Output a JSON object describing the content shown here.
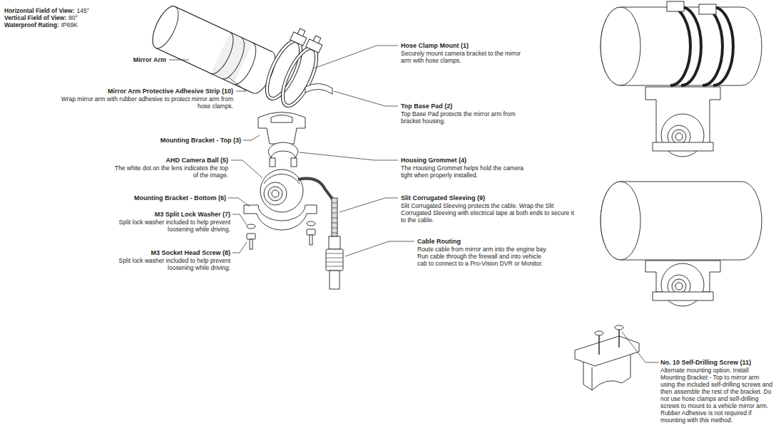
{
  "diagram": {
    "labels": [
      "Horizontal Field of View:",
      "145°",
      "Vertical Field of View:",
      "80°",
      "Waterproof Rating:",
      "IP69K",
      "Mirror Arm",
      "Hose Clamp Mount (1)",
      "Securely mount camera bracket to the mirror arm with hose clamps.",
      "Mirror Arm Protective Adhesive Strip (10)",
      "Wrap mirror arm with rubber adhesive to protect mirror arm from hose clamps.",
      "Top Base Pad (2)",
      "Top Base Pad protects the mirror arm from bracket housing.",
      "Mounting Bracket - Top (3)",
      "Housing Grommet (4)",
      "The Housing Grommet helps hold the camera tight when properly installed.",
      "AHD Camera Ball (5)",
      "The white dot on the lens indicates the top of the image.",
      "Slit Corrugated Sleeving (9)",
      "Slit Corrugated Sleeving protects the cable. Wrap the Slit Corrugated Sleeving with electrical tape at both ends to secure it to the cable.",
      "Mounting Bracket - Bottom (6)",
      "M3 Split Lock Washer (7)",
      "Split lock washer included to help prevent loosening while driving.",
      "Cable Routing",
      "Route cable from mirror arm into the engine bay. Run cable through the firewall and into vehicle cab to connect to a Pro-Vision DVR or Monitor.",
      "M3 Socket Head Screw (8)",
      "Split lock washer included to help prevent loosening while driving.",
      "No. 10 Self-Drilling Screw (11)",
      "Alternate mounting option. Install Mounting Bracket - Top to mirror arm using the included self-drilling screws and then assemble the rest of the bracket. Do not use hose clamps and self-drilling screws to mount to a vehicle mirror arm. Rubber Adhesive is not required if mounting with this method."
    ]
  }
}
